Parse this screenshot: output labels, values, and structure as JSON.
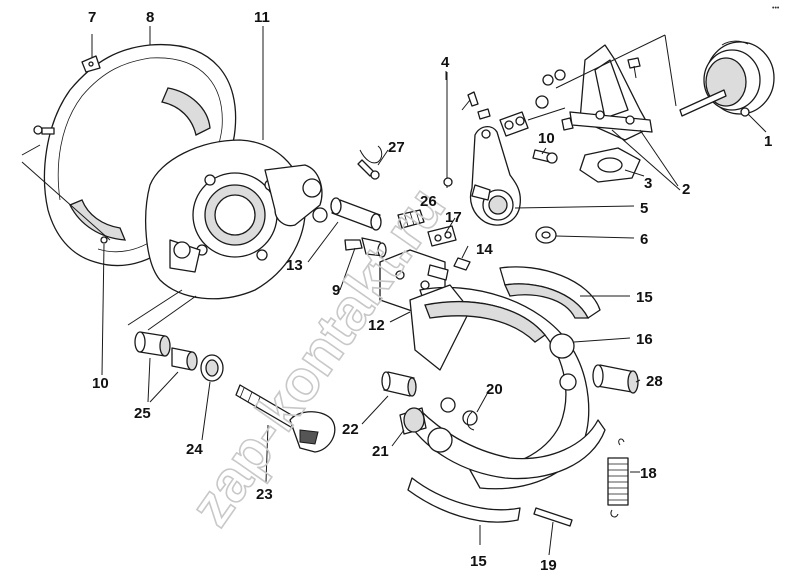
{
  "diagram": {
    "watermark": "zap-kontakt.ru",
    "corner_mark": "•••",
    "labels": [
      {
        "id": "1",
        "text": "1"
      },
      {
        "id": "2",
        "text": "2"
      },
      {
        "id": "3",
        "text": "3"
      },
      {
        "id": "4",
        "text": "4"
      },
      {
        "id": "5",
        "text": "5"
      },
      {
        "id": "6",
        "text": "6"
      },
      {
        "id": "7",
        "text": "7"
      },
      {
        "id": "8",
        "text": "8"
      },
      {
        "id": "9",
        "text": "9"
      },
      {
        "id": "10a",
        "text": "10"
      },
      {
        "id": "10b",
        "text": "10"
      },
      {
        "id": "11",
        "text": "11"
      },
      {
        "id": "12",
        "text": "12"
      },
      {
        "id": "13",
        "text": "13"
      },
      {
        "id": "14",
        "text": "14"
      },
      {
        "id": "15a",
        "text": "15"
      },
      {
        "id": "15b",
        "text": "15"
      },
      {
        "id": "16",
        "text": "16"
      },
      {
        "id": "17",
        "text": "17"
      },
      {
        "id": "18",
        "text": "18"
      },
      {
        "id": "19",
        "text": "19"
      },
      {
        "id": "20",
        "text": "20"
      },
      {
        "id": "21",
        "text": "21"
      },
      {
        "id": "22",
        "text": "22"
      },
      {
        "id": "23",
        "text": "23"
      },
      {
        "id": "24",
        "text": "24"
      },
      {
        "id": "25",
        "text": "25"
      },
      {
        "id": "26",
        "text": "26"
      },
      {
        "id": "27",
        "text": "27"
      },
      {
        "id": "28",
        "text": "28"
      }
    ]
  }
}
